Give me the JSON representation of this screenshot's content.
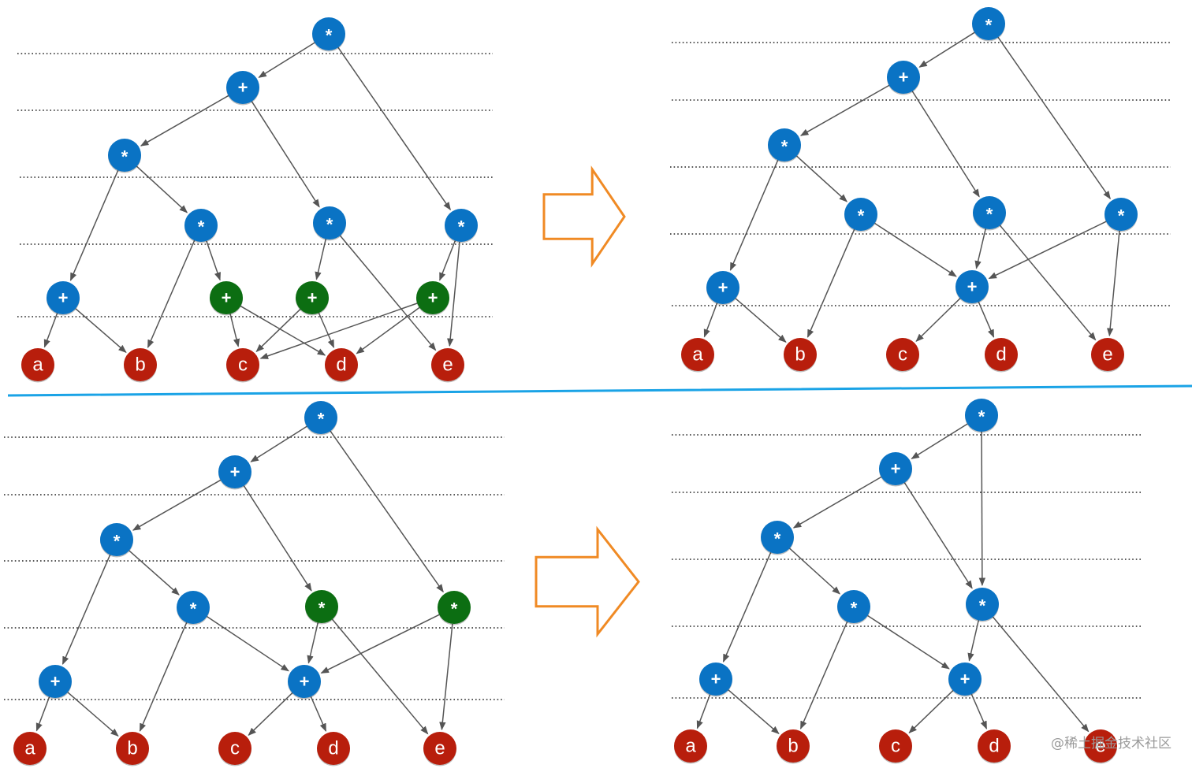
{
  "colors": {
    "operator": "#0a73c4",
    "merged_operator": "#0c6e12",
    "leaf": "#b81e0c",
    "edge": "#555555",
    "level_line": "#222222",
    "divider": "#1aa3e6",
    "arrow": "#f08a24"
  },
  "panels": [
    {
      "id": "top-left",
      "nodes": [
        {
          "id": "n1",
          "label": "*",
          "kind": "op"
        },
        {
          "id": "n2",
          "label": "+",
          "kind": "op"
        },
        {
          "id": "n3",
          "label": "*",
          "kind": "op"
        },
        {
          "id": "n4",
          "label": "*",
          "kind": "op"
        },
        {
          "id": "n5",
          "label": "*",
          "kind": "op"
        },
        {
          "id": "n6",
          "label": "*",
          "kind": "op"
        },
        {
          "id": "n7",
          "label": "+",
          "kind": "op"
        },
        {
          "id": "n8",
          "label": "+",
          "kind": "merged"
        },
        {
          "id": "n9",
          "label": "+",
          "kind": "merged"
        },
        {
          "id": "n10",
          "label": "+",
          "kind": "merged"
        },
        {
          "id": "a",
          "label": "a",
          "kind": "leaf"
        },
        {
          "id": "b",
          "label": "b",
          "kind": "leaf"
        },
        {
          "id": "c",
          "label": "c",
          "kind": "leaf"
        },
        {
          "id": "d",
          "label": "d",
          "kind": "leaf"
        },
        {
          "id": "e",
          "label": "e",
          "kind": "leaf"
        }
      ],
      "edges": [
        [
          "n1",
          "n2"
        ],
        [
          "n1",
          "n6"
        ],
        [
          "n2",
          "n3"
        ],
        [
          "n2",
          "n5"
        ],
        [
          "n3",
          "n7"
        ],
        [
          "n3",
          "n4"
        ],
        [
          "n4",
          "b"
        ],
        [
          "n4",
          "n8"
        ],
        [
          "n5",
          "n9"
        ],
        [
          "n5",
          "e"
        ],
        [
          "n6",
          "n10"
        ],
        [
          "n6",
          "e"
        ],
        [
          "n7",
          "a"
        ],
        [
          "n7",
          "b"
        ],
        [
          "n8",
          "c"
        ],
        [
          "n8",
          "d"
        ],
        [
          "n9",
          "c"
        ],
        [
          "n9",
          "d"
        ],
        [
          "n10",
          "c"
        ],
        [
          "n10",
          "d"
        ]
      ]
    },
    {
      "id": "top-right",
      "nodes": [
        {
          "id": "n1",
          "label": "*",
          "kind": "op"
        },
        {
          "id": "n2",
          "label": "+",
          "kind": "op"
        },
        {
          "id": "n3",
          "label": "*",
          "kind": "op"
        },
        {
          "id": "n4",
          "label": "*",
          "kind": "op"
        },
        {
          "id": "n5",
          "label": "*",
          "kind": "op"
        },
        {
          "id": "n6",
          "label": "*",
          "kind": "op"
        },
        {
          "id": "n7",
          "label": "+",
          "kind": "op"
        },
        {
          "id": "n8",
          "label": "+",
          "kind": "op"
        },
        {
          "id": "a",
          "label": "a",
          "kind": "leaf"
        },
        {
          "id": "b",
          "label": "b",
          "kind": "leaf"
        },
        {
          "id": "c",
          "label": "c",
          "kind": "leaf"
        },
        {
          "id": "d",
          "label": "d",
          "kind": "leaf"
        },
        {
          "id": "e",
          "label": "e",
          "kind": "leaf"
        }
      ],
      "edges": [
        [
          "n1",
          "n2"
        ],
        [
          "n1",
          "n6"
        ],
        [
          "n2",
          "n3"
        ],
        [
          "n2",
          "n5"
        ],
        [
          "n3",
          "n7"
        ],
        [
          "n3",
          "n4"
        ],
        [
          "n4",
          "b"
        ],
        [
          "n4",
          "n8"
        ],
        [
          "n5",
          "n8"
        ],
        [
          "n5",
          "e"
        ],
        [
          "n6",
          "n8"
        ],
        [
          "n6",
          "e"
        ],
        [
          "n7",
          "a"
        ],
        [
          "n7",
          "b"
        ],
        [
          "n8",
          "c"
        ],
        [
          "n8",
          "d"
        ]
      ]
    },
    {
      "id": "bottom-left",
      "nodes": [
        {
          "id": "n1",
          "label": "*",
          "kind": "op"
        },
        {
          "id": "n2",
          "label": "+",
          "kind": "op"
        },
        {
          "id": "n3",
          "label": "*",
          "kind": "op"
        },
        {
          "id": "n4",
          "label": "*",
          "kind": "op"
        },
        {
          "id": "n5",
          "label": "*",
          "kind": "merged"
        },
        {
          "id": "n6",
          "label": "*",
          "kind": "merged"
        },
        {
          "id": "n7",
          "label": "+",
          "kind": "op"
        },
        {
          "id": "n8",
          "label": "+",
          "kind": "op"
        },
        {
          "id": "a",
          "label": "a",
          "kind": "leaf"
        },
        {
          "id": "b",
          "label": "b",
          "kind": "leaf"
        },
        {
          "id": "c",
          "label": "c",
          "kind": "leaf"
        },
        {
          "id": "d",
          "label": "d",
          "kind": "leaf"
        },
        {
          "id": "e",
          "label": "e",
          "kind": "leaf"
        }
      ],
      "edges": [
        [
          "n1",
          "n2"
        ],
        [
          "n1",
          "n6"
        ],
        [
          "n2",
          "n3"
        ],
        [
          "n2",
          "n5"
        ],
        [
          "n3",
          "n7"
        ],
        [
          "n3",
          "n4"
        ],
        [
          "n4",
          "b"
        ],
        [
          "n4",
          "n8"
        ],
        [
          "n5",
          "n8"
        ],
        [
          "n5",
          "e"
        ],
        [
          "n6",
          "n8"
        ],
        [
          "n6",
          "e"
        ],
        [
          "n7",
          "a"
        ],
        [
          "n7",
          "b"
        ],
        [
          "n8",
          "c"
        ],
        [
          "n8",
          "d"
        ]
      ]
    },
    {
      "id": "bottom-right",
      "nodes": [
        {
          "id": "n1",
          "label": "*",
          "kind": "op"
        },
        {
          "id": "n2",
          "label": "+",
          "kind": "op"
        },
        {
          "id": "n3",
          "label": "*",
          "kind": "op"
        },
        {
          "id": "n4",
          "label": "*",
          "kind": "op"
        },
        {
          "id": "n5",
          "label": "*",
          "kind": "op"
        },
        {
          "id": "n7",
          "label": "+",
          "kind": "op"
        },
        {
          "id": "n8",
          "label": "+",
          "kind": "op"
        },
        {
          "id": "a",
          "label": "a",
          "kind": "leaf"
        },
        {
          "id": "b",
          "label": "b",
          "kind": "leaf"
        },
        {
          "id": "c",
          "label": "c",
          "kind": "leaf"
        },
        {
          "id": "d",
          "label": "d",
          "kind": "leaf"
        },
        {
          "id": "e",
          "label": "e",
          "kind": "leaf"
        }
      ],
      "edges": [
        [
          "n1",
          "n2"
        ],
        [
          "n1",
          "n5"
        ],
        [
          "n2",
          "n3"
        ],
        [
          "n2",
          "n5"
        ],
        [
          "n3",
          "n7"
        ],
        [
          "n3",
          "n4"
        ],
        [
          "n4",
          "b"
        ],
        [
          "n4",
          "n8"
        ],
        [
          "n5",
          "n8"
        ],
        [
          "n5",
          "e"
        ],
        [
          "n7",
          "a"
        ],
        [
          "n7",
          "b"
        ],
        [
          "n8",
          "c"
        ],
        [
          "n8",
          "d"
        ]
      ]
    }
  ],
  "watermark": "@稀土掘金技术社区"
}
